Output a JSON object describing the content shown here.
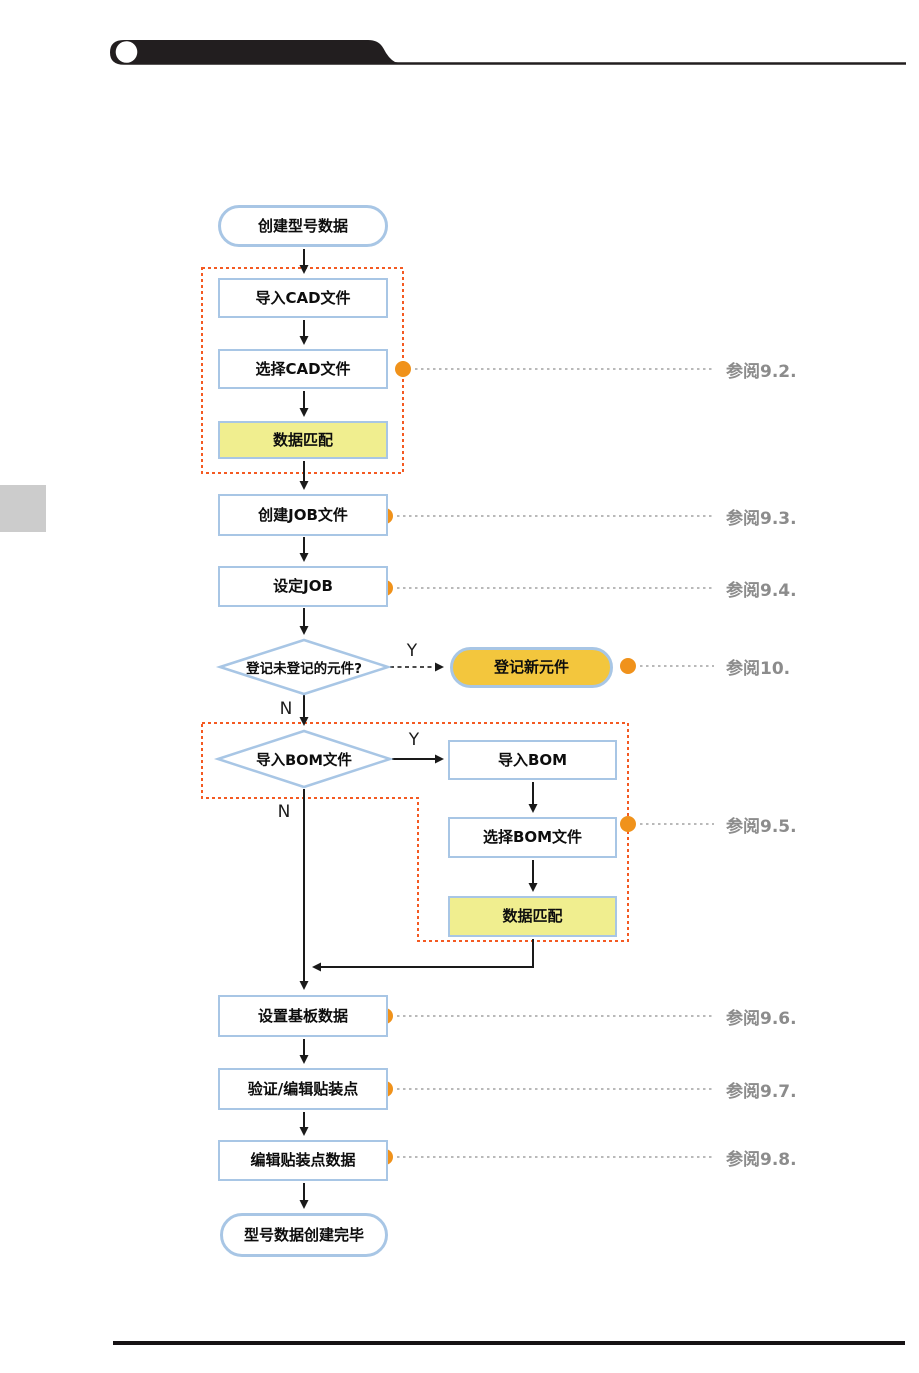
{
  "header": {
    "type": "chapter-banner"
  },
  "flowchart": {
    "nodes": {
      "start": "创建型号数据",
      "import_cad": "导入CAD文件",
      "select_cad": "选择CAD文件",
      "data_match_cad": "数据匹配",
      "create_job": "创建JOB文件",
      "set_job": "设定JOB",
      "decision_unregistered": "登记未登记的元件?",
      "register_new_component": "登记新元件",
      "decision_import_bom": "导入BOM文件",
      "import_bom": "导入BOM",
      "select_bom": "选择BOM文件",
      "data_match_bom": "数据匹配",
      "set_board_data": "设置基板数据",
      "verify_edit_points": "验证/编辑贴装点",
      "edit_point_data": "编辑贴装点数据",
      "end": "型号数据创建完毕"
    },
    "branch_labels": {
      "yes": "Y",
      "no": "N"
    },
    "references": [
      {
        "label": "参阅9.2."
      },
      {
        "label": "参阅9.3."
      },
      {
        "label": "参阅9.4."
      },
      {
        "label": "参阅10."
      },
      {
        "label": "参阅9.5."
      },
      {
        "label": "参阅9.6."
      },
      {
        "label": "参阅9.7."
      },
      {
        "label": "参阅9.8."
      }
    ],
    "colors": {
      "node_border": "#A8C6E5",
      "highlight_fill": "#F0EE8F",
      "action_fill": "#F3C63D",
      "group_border": "#F45A22",
      "marker_dot": "#F0921B",
      "reference_text": "#8C8C8C"
    }
  }
}
